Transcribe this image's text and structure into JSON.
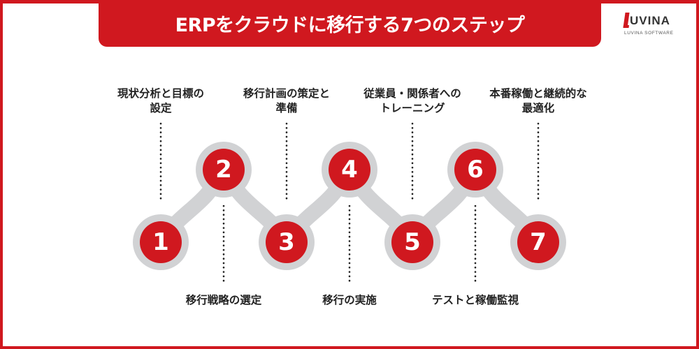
{
  "title": "ERPをクラウドに移行する7つのステップ",
  "logo": {
    "word": "UVINA",
    "subtitle": "LUVINA SOFTWARE"
  },
  "colors": {
    "accent": "#d0181f",
    "track": "#d1d2d4",
    "text": "#222222"
  },
  "steps": [
    {
      "number": "1",
      "label": "現状分析と目標の\n設定",
      "line1": "現状分析と目標の",
      "line2": "設定",
      "position": "top"
    },
    {
      "number": "2",
      "label": "移行戦略の選定",
      "line1": "移行戦略の選定",
      "line2": "",
      "position": "bottom"
    },
    {
      "number": "3",
      "label": "移行計画の策定と\n準備",
      "line1": "移行計画の策定と",
      "line2": "準備",
      "position": "top"
    },
    {
      "number": "4",
      "label": "移行の実施",
      "line1": "移行の実施",
      "line2": "",
      "position": "bottom"
    },
    {
      "number": "5",
      "label": "従業員・関係者への\nトレーニング",
      "line1": "従業員・関係者への",
      "line2": "トレーニング",
      "position": "top"
    },
    {
      "number": "6",
      "label": "テストと稼働監視",
      "line1": "テストと稼働監視",
      "line2": "",
      "position": "bottom"
    },
    {
      "number": "7",
      "label": "本番稼働と継続的な\n最適化",
      "line1": "本番稼働と継続的な",
      "line2": "最適化",
      "position": "top"
    }
  ]
}
